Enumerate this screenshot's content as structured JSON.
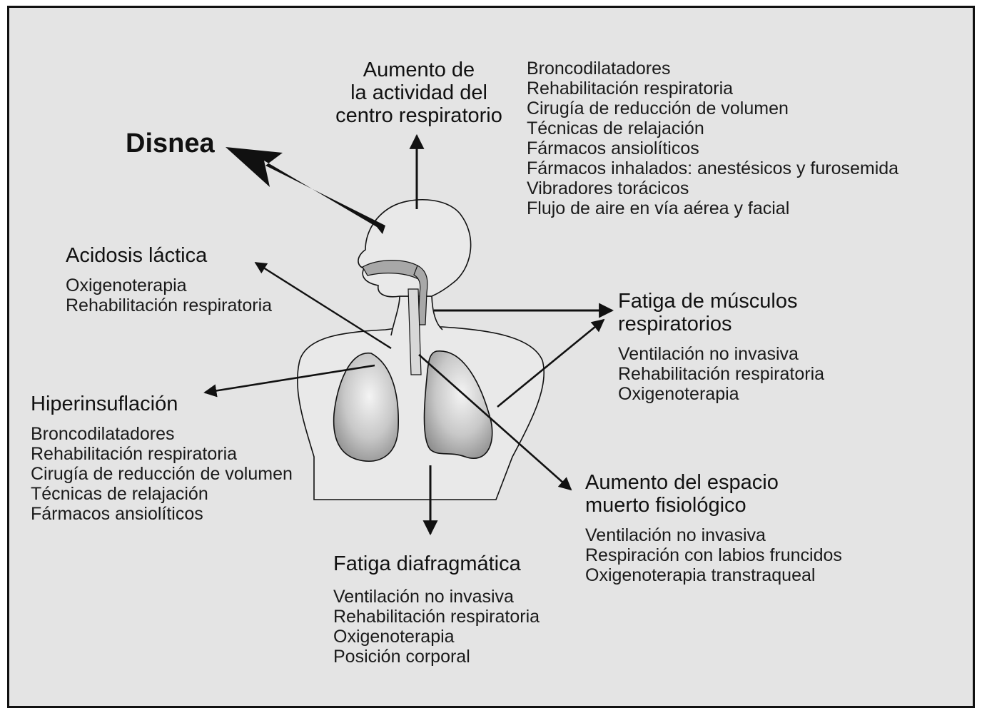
{
  "title": "Disnea",
  "center_activity": {
    "heading": [
      "Aumento de",
      "la actividad del",
      "centro respiratorio"
    ],
    "treatments": [
      "Broncodilatadores",
      "Rehabilitación respiratoria",
      "Cirugía de reducción de volumen",
      "Técnicas de relajación",
      "Fármacos ansiolíticos",
      "Fármacos inhalados: anestésicos y furosemida",
      "Vibradores torácicos",
      "Flujo de aire en vía aérea y facial"
    ]
  },
  "lactic_acidosis": {
    "heading": [
      "Acidosis láctica"
    ],
    "treatments": [
      "Oxigenoterapia",
      "Rehabilitación respiratoria"
    ]
  },
  "hyperinflation": {
    "heading": [
      "Hiperinsuflación"
    ],
    "treatments": [
      "Broncodilatadores",
      "Rehabilitación respiratoria",
      "Cirugía de reducción de volumen",
      "Técnicas de relajación",
      "Fármacos ansiolíticos"
    ]
  },
  "respiratory_muscle_fatigue": {
    "heading": [
      "Fatiga de músculos",
      "respiratorios"
    ],
    "treatments": [
      "Ventilación no invasiva",
      "Rehabilitación respiratoria",
      "Oxigenoterapia"
    ]
  },
  "dead_space": {
    "heading": [
      "Aumento del espacio",
      "muerto fisiológico"
    ],
    "treatments": [
      "Ventilación no invasiva",
      "Respiración con labios fruncidos",
      "Oxigenoterapia transtraqueal"
    ]
  },
  "diaphragm_fatigue": {
    "heading": [
      "Fatiga diafragmática"
    ],
    "treatments": [
      "Ventilación no invasiva",
      "Rehabilitación respiratoria",
      "Oxigenoterapia",
      "Posición corporal"
    ]
  }
}
